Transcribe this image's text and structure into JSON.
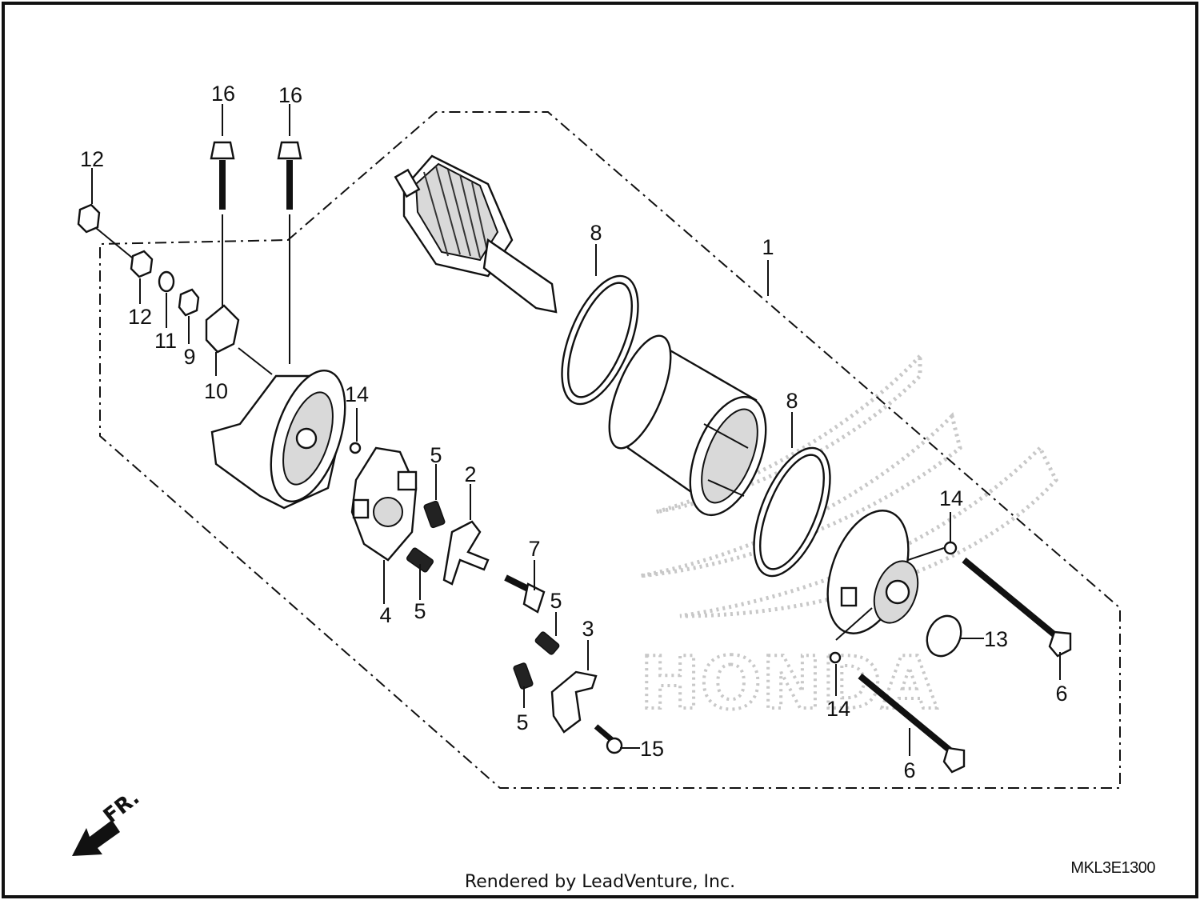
{
  "diagram": {
    "callouts": [
      {
        "id": "c1",
        "label": "1"
      },
      {
        "id": "c2",
        "label": "2"
      },
      {
        "id": "c3",
        "label": "3"
      },
      {
        "id": "c4",
        "label": "4"
      },
      {
        "id": "c5a",
        "label": "5"
      },
      {
        "id": "c5b",
        "label": "5"
      },
      {
        "id": "c5c",
        "label": "5"
      },
      {
        "id": "c5d",
        "label": "5"
      },
      {
        "id": "c6a",
        "label": "6"
      },
      {
        "id": "c6b",
        "label": "6"
      },
      {
        "id": "c7",
        "label": "7"
      },
      {
        "id": "c8a",
        "label": "8"
      },
      {
        "id": "c8b",
        "label": "8"
      },
      {
        "id": "c9",
        "label": "9"
      },
      {
        "id": "c10",
        "label": "10"
      },
      {
        "id": "c11",
        "label": "11"
      },
      {
        "id": "c12a",
        "label": "12"
      },
      {
        "id": "c12b",
        "label": "12"
      },
      {
        "id": "c13",
        "label": "13"
      },
      {
        "id": "c14a",
        "label": "14"
      },
      {
        "id": "c14b",
        "label": "14"
      },
      {
        "id": "c14c",
        "label": "14"
      },
      {
        "id": "c15",
        "label": "15"
      },
      {
        "id": "c16a",
        "label": "16"
      },
      {
        "id": "c16b",
        "label": "16"
      }
    ],
    "direction_label": "FR.",
    "diagram_code": "MKL3E1300",
    "watermark": "HONDA"
  },
  "footer": {
    "credit": "Rendered by LeadVenture, Inc."
  }
}
